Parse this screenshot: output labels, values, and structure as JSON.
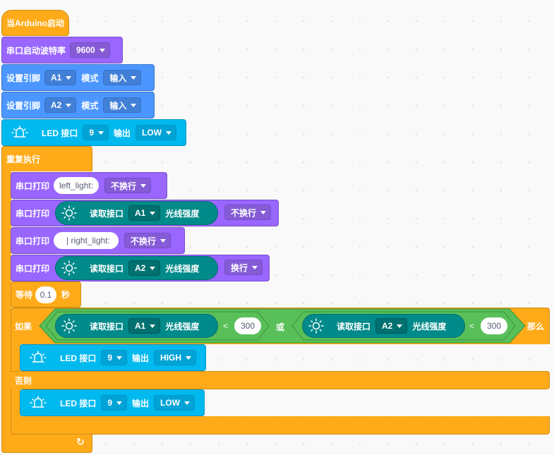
{
  "colors": {
    "event": "#FFAB19",
    "serial": "#9966FF",
    "pin": "#4C97FF",
    "led": "#00B9EF",
    "sensor": "#008A8A",
    "logic": "#59C059"
  },
  "setup": {
    "hat_label": "当Arduino启动",
    "baud": {
      "label": "串口启动波特率",
      "value": "9600"
    },
    "pin_modes": [
      {
        "label": "设置引脚",
        "pin": "A1",
        "mode_label": "模式",
        "mode": "输入"
      },
      {
        "label": "设置引脚",
        "pin": "A2",
        "mode_label": "模式",
        "mode": "输入"
      }
    ],
    "led_init": {
      "label": "LED 接口",
      "pin": "9",
      "out_label": "输出",
      "value": "LOW",
      "icon": "led-lamp-icon"
    }
  },
  "loop": {
    "label": "重复执行",
    "prints": [
      {
        "label": "串口打印",
        "text": "left_light:",
        "newline": "不换行"
      },
      {
        "label": "串口打印",
        "sensor": {
          "label": "读取接口",
          "pin": "A1",
          "suffix": "光线强度",
          "icon": "sun-icon"
        },
        "newline": "不换行"
      },
      {
        "label": "串口打印",
        "text": "| right_light:",
        "newline": "不换行"
      },
      {
        "label": "串口打印",
        "sensor": {
          "label": "读取接口",
          "pin": "A2",
          "suffix": "光线强度",
          "icon": "sun-icon"
        },
        "newline": "换行"
      }
    ],
    "wait": {
      "label": "等待",
      "value": "0.1",
      "unit": "秒"
    },
    "if_block": {
      "if_label": "如果",
      "then_label": "那么",
      "else_label": "否则",
      "or_label": "或",
      "cond_left": {
        "sensor_label": "读取接口",
        "pin": "A1",
        "suffix": "光线强度",
        "op": "<",
        "threshold": "300"
      },
      "cond_right": {
        "sensor_label": "读取接口",
        "pin": "A2",
        "suffix": "光线强度",
        "op": "<",
        "threshold": "300"
      },
      "then_led": {
        "label": "LED 接口",
        "pin": "9",
        "out_label": "输出",
        "value": "HIGH"
      },
      "else_led": {
        "label": "LED 接口",
        "pin": "9",
        "out_label": "输出",
        "value": "LOW"
      }
    },
    "loop_arrow": "↻"
  }
}
